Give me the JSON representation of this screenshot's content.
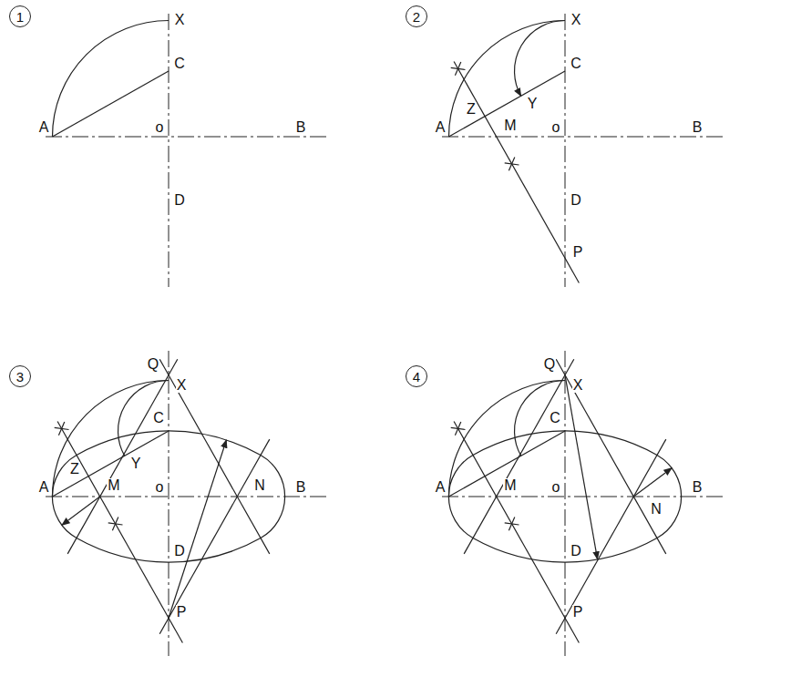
{
  "diagram": {
    "nodes": [
      {
        "text": [
          "1"
        ]
      },
      {
        "text": [
          "2"
        ]
      },
      {
        "text": [
          "3"
        ]
      },
      {
        "text": [
          "4"
        ]
      }
    ],
    "labels": [
      "X",
      "C",
      "A",
      "o",
      "B",
      "D",
      "X",
      "C",
      "Y",
      "Z",
      "A",
      "o",
      "B",
      "M",
      "D",
      "P",
      "X",
      "Q",
      "C",
      "Y",
      "Z",
      "A",
      "o",
      "B",
      "M",
      "N",
      "D",
      "P",
      "X",
      "Q",
      "C",
      "A",
      "o",
      "B",
      "M",
      "N",
      "D",
      "P"
    ]
  }
}
